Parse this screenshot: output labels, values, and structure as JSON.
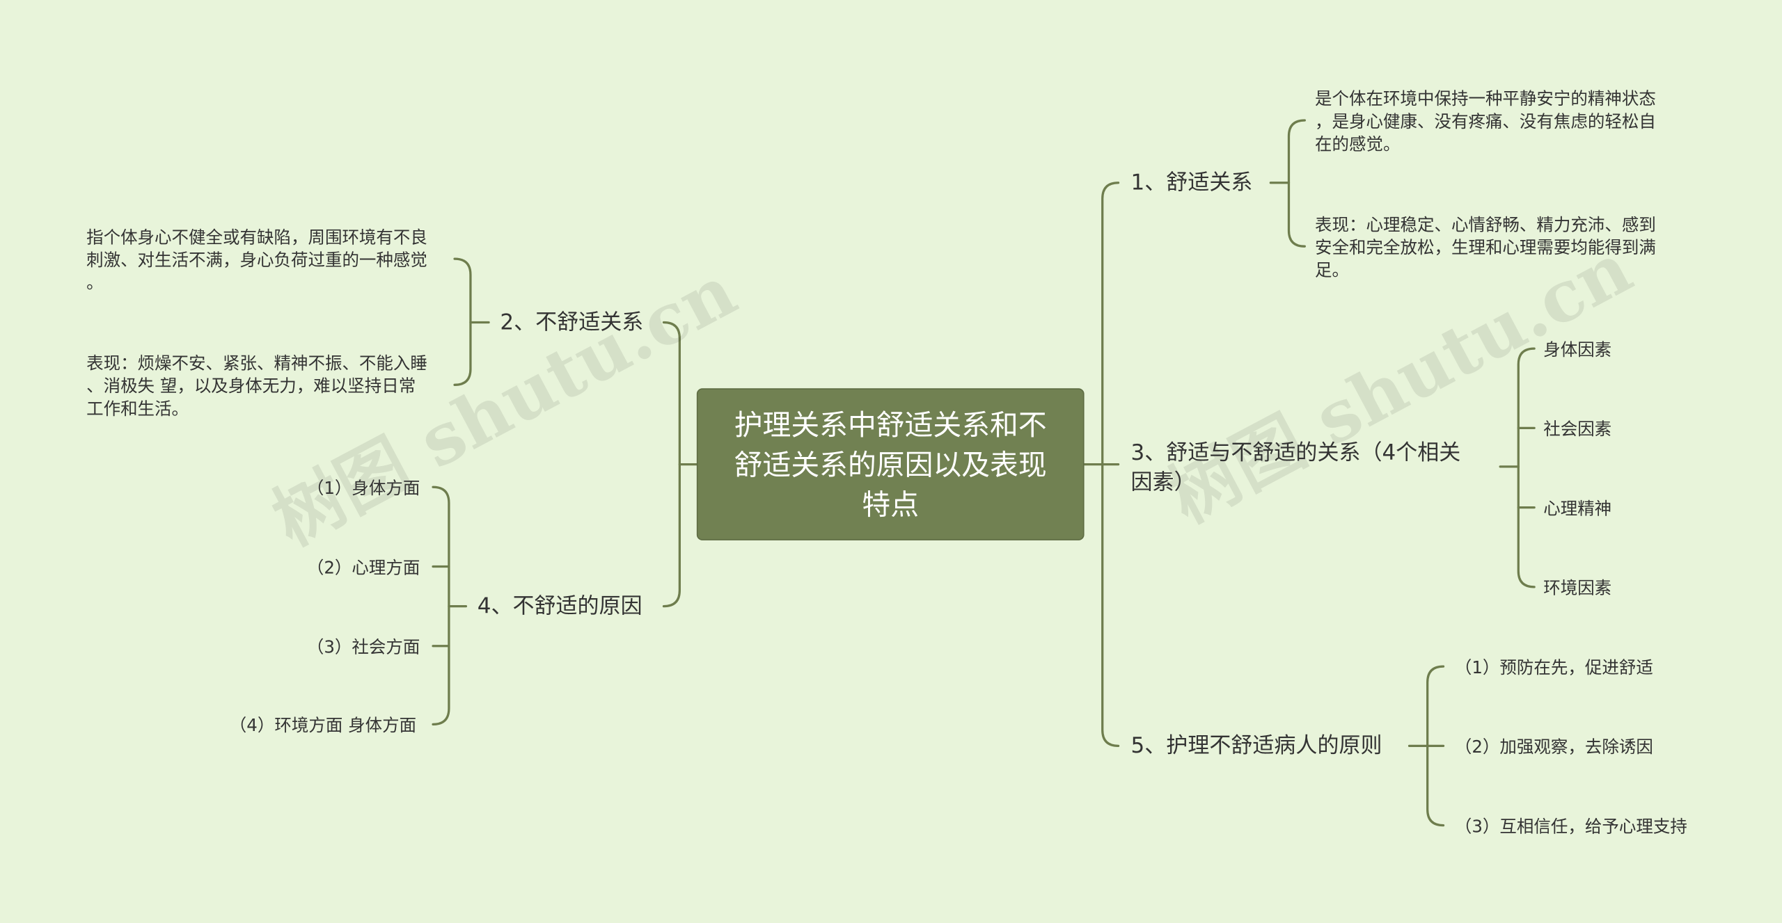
{
  "watermark": "树图 shutu.cn",
  "root": {
    "lines": [
      "护理关系中舒适关系和不",
      "舒适关系的原因以及表现",
      "特点"
    ]
  },
  "right": {
    "b1": {
      "label": "1、舒适关系",
      "children": [
        [
          "是个体在环境中保持一种平静安宁的精神状态",
          "，是身心健康、没有疼痛、没有焦虑的轻松自",
          "在的感觉。"
        ],
        [
          "表现：心理稳定、心情舒畅、精力充沛、感到",
          "安全和完全放松，生理和心理需要均能得到满",
          "足。"
        ]
      ]
    },
    "b3": {
      "lines": [
        "3、舒适与不舒适的关系（4个相关",
        "因素）"
      ],
      "children": [
        "身体因素",
        "社会因素",
        "心理精神",
        "环境因素"
      ]
    },
    "b5": {
      "label": "5、护理不舒适病人的原则",
      "children": [
        "（1）预防在先，促进舒适",
        "（2）加强观察，去除诱因",
        "（3）互相信任，给予心理支持"
      ]
    }
  },
  "left": {
    "b2": {
      "label": "2、不舒适关系",
      "children": [
        [
          "指个体身心不健全或有缺陷，周围环境有不良",
          "刺激、对生活不满，身心负荷过重的一种感觉",
          "。"
        ],
        [
          "表现：烦燥不安、紧张、精神不振、不能入睡",
          "、消极失 望，以及身体无力，难以坚持日常",
          "工作和生活。"
        ]
      ]
    },
    "b4": {
      "label": "4、不舒适的原因",
      "children": [
        "（1）身体方面",
        "（2）心理方面",
        "（3）社会方面",
        "（4）环境方面 身体方面"
      ]
    }
  },
  "colors": {
    "background": "#e8f4da",
    "root_fill": "#718152",
    "line": "#6e7d4d",
    "text": "#333333"
  }
}
